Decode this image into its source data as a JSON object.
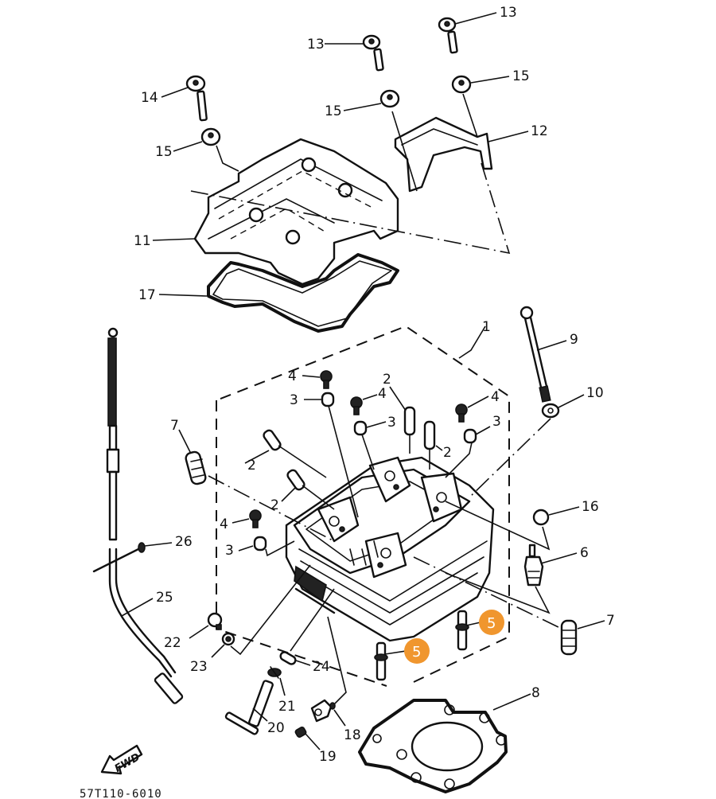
{
  "diagram": {
    "title": "Cylinder head exploded parts diagram",
    "catalog_code": "57T110-6010",
    "direction_marker": "FWD",
    "highlight_color": "#F0962E",
    "callouts": [
      {
        "id": "c1",
        "label": "1",
        "part": "cylinder-head-assembly"
      },
      {
        "id": "c2a",
        "label": "2",
        "part": "valve-guide"
      },
      {
        "id": "c2b",
        "label": "2",
        "part": "valve-guide"
      },
      {
        "id": "c2c",
        "label": "2",
        "part": "valve-guide"
      },
      {
        "id": "c2d",
        "label": "2",
        "part": "valve-guide"
      },
      {
        "id": "c3a",
        "label": "3",
        "part": "cap"
      },
      {
        "id": "c3b",
        "label": "3",
        "part": "cap"
      },
      {
        "id": "c3c",
        "label": "3",
        "part": "cap"
      },
      {
        "id": "c3d",
        "label": "3",
        "part": "cap"
      },
      {
        "id": "c4a",
        "label": "4",
        "part": "plug"
      },
      {
        "id": "c4b",
        "label": "4",
        "part": "plug"
      },
      {
        "id": "c4c",
        "label": "4",
        "part": "plug"
      },
      {
        "id": "c4d",
        "label": "4",
        "part": "plug"
      },
      {
        "id": "c5a",
        "label": "5",
        "part": "stud-bolt",
        "highlighted": true
      },
      {
        "id": "c5b",
        "label": "5",
        "part": "stud-bolt",
        "highlighted": true
      },
      {
        "id": "c6",
        "label": "6",
        "part": "spark-plug"
      },
      {
        "id": "c7a",
        "label": "7",
        "part": "dowel-pin"
      },
      {
        "id": "c7b",
        "label": "7",
        "part": "dowel-pin"
      },
      {
        "id": "c8",
        "label": "8",
        "part": "head-gasket"
      },
      {
        "id": "c9",
        "label": "9",
        "part": "bolt"
      },
      {
        "id": "c10",
        "label": "10",
        "part": "washer"
      },
      {
        "id": "c11",
        "label": "11",
        "part": "head-cover"
      },
      {
        "id": "c12",
        "label": "12",
        "part": "bracket"
      },
      {
        "id": "c13a",
        "label": "13",
        "part": "bolt"
      },
      {
        "id": "c13b",
        "label": "13",
        "part": "bolt"
      },
      {
        "id": "c14",
        "label": "14",
        "part": "bolt"
      },
      {
        "id": "c15a",
        "label": "15",
        "part": "damper"
      },
      {
        "id": "c15b",
        "label": "15",
        "part": "damper"
      },
      {
        "id": "c15c",
        "label": "15",
        "part": "damper"
      },
      {
        "id": "c16",
        "label": "16",
        "part": "spark-plug-cap"
      },
      {
        "id": "c17",
        "label": "17",
        "part": "cover-gasket"
      },
      {
        "id": "c18",
        "label": "18",
        "part": "joint"
      },
      {
        "id": "c19",
        "label": "19",
        "part": "screw"
      },
      {
        "id": "c20",
        "label": "20",
        "part": "pipe"
      },
      {
        "id": "c21",
        "label": "21",
        "part": "clip"
      },
      {
        "id": "c22",
        "label": "22",
        "part": "bolt"
      },
      {
        "id": "c23",
        "label": "23",
        "part": "gasket"
      },
      {
        "id": "c24",
        "label": "24",
        "part": "o-ring"
      },
      {
        "id": "c25",
        "label": "25",
        "part": "oil-delivery-pipe"
      },
      {
        "id": "c26",
        "label": "26",
        "part": "union-bolt"
      }
    ]
  }
}
